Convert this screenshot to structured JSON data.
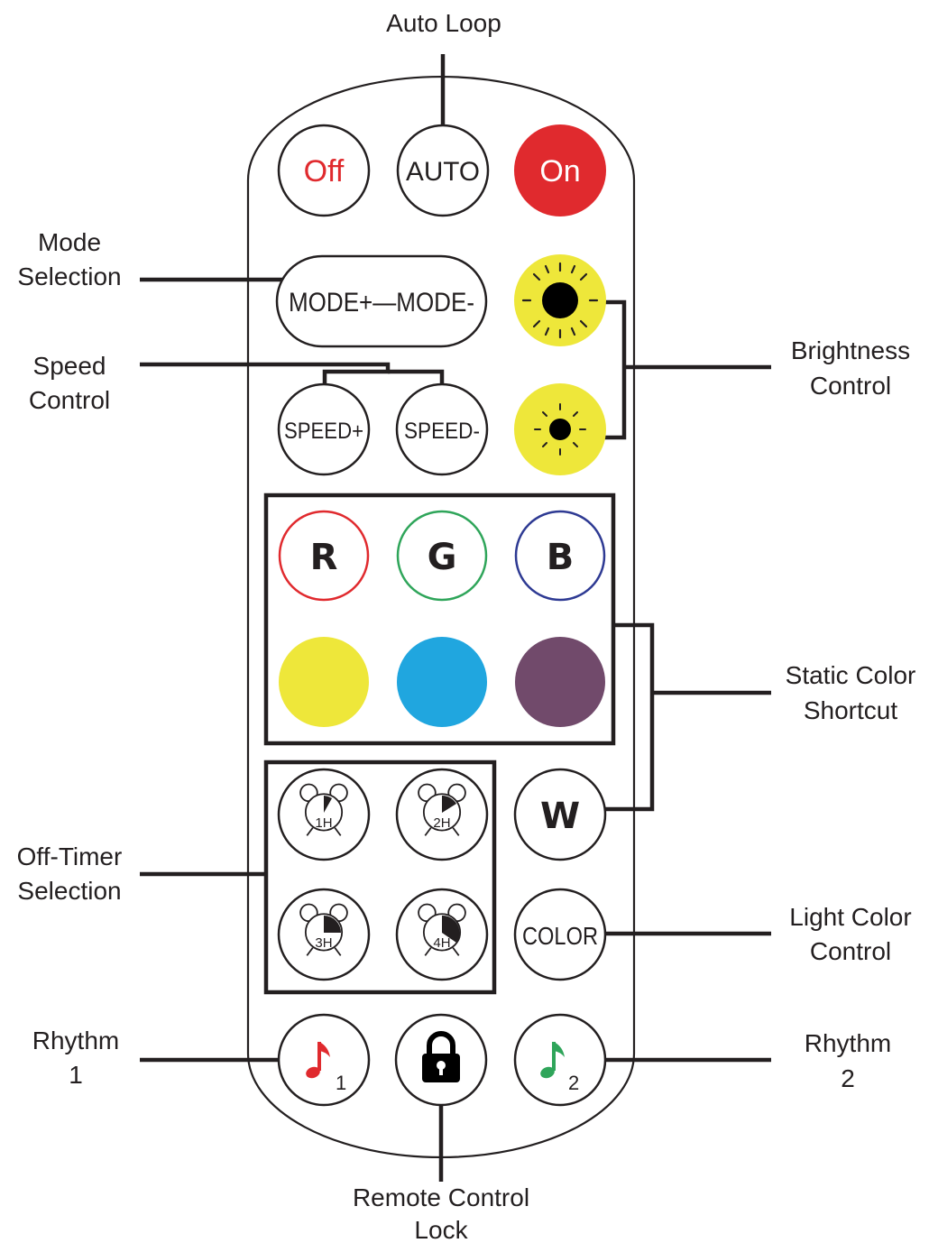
{
  "colors": {
    "stroke": "#231f20",
    "on_red": "#e02a2e",
    "off_text": "#e02a2e",
    "r_ring": "#e02a2e",
    "g_ring": "#2fa55a",
    "b_ring": "#2e3a93",
    "yellow": "#eee73a",
    "cyan": "#20a6df",
    "purple": "#714a6b",
    "note1": "#e02a2e",
    "note2": "#2fa55a"
  },
  "labels": {
    "auto_loop": "Auto Loop",
    "mode_1": "Mode",
    "mode_2": "Selection",
    "speed_1": "Speed",
    "speed_2": "Control",
    "brightness_1": "Brightness",
    "brightness_2": "Control",
    "static_1": "Static Color",
    "static_2": "Shortcut",
    "timer_1": "Off-Timer",
    "timer_2": "Selection",
    "light_1": "Light Color",
    "light_2": "Control",
    "rhythm1_1": "Rhythm",
    "rhythm1_2": "1",
    "rhythm2_1": "Rhythm",
    "rhythm2_2": "2",
    "lock_1": "Remote Control",
    "lock_2": "Lock"
  },
  "buttons": {
    "off": "Off",
    "auto": "AUTO",
    "on": "On",
    "mode": "MODE+—MODE-",
    "speed_plus": "SPEED+",
    "speed_minus": "SPEED-",
    "r": "R",
    "g": "G",
    "b": "B",
    "w": "W",
    "color": "COLOR",
    "timer_1": "1H",
    "timer_2": "2H",
    "timer_3": "3H",
    "timer_4": "4H",
    "rhythm1_sub": "1",
    "rhythm2_sub": "2"
  },
  "icons": {
    "brightness_up": "sun-large-icon",
    "brightness_down": "sun-small-icon",
    "timer": "alarm-clock-icon",
    "note": "music-note-icon",
    "lock": "padlock-icon"
  }
}
